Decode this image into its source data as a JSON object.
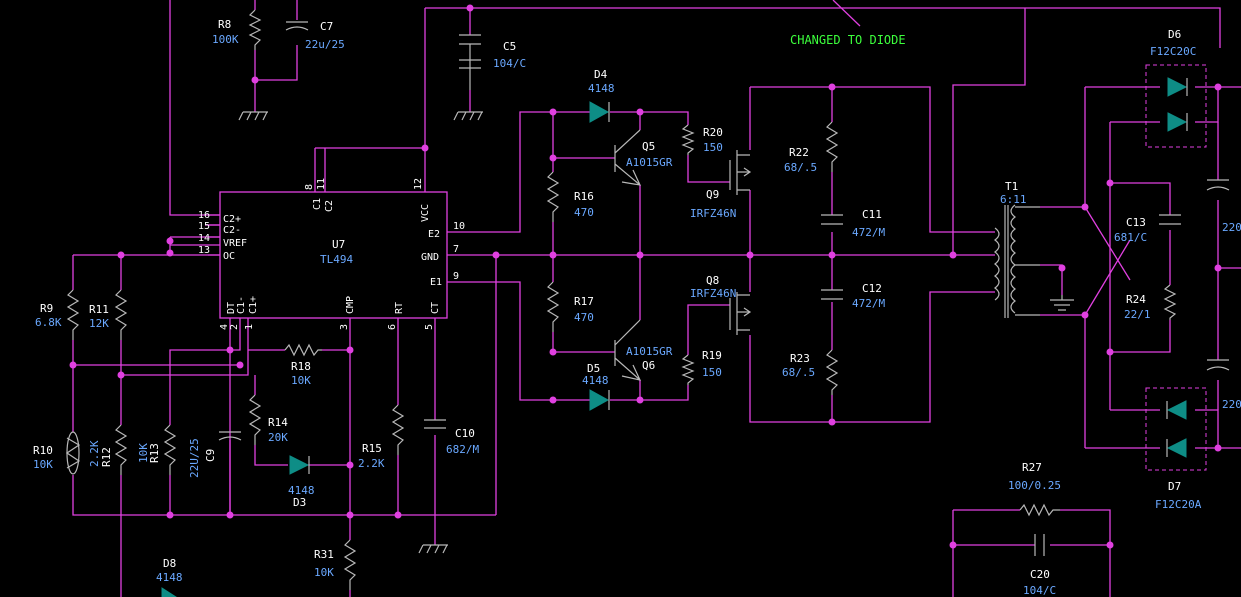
{
  "annotation": "CHANGED TO DIODE",
  "ic": {
    "ref": "U7",
    "part": "TL494",
    "pins": {
      "p16": "16",
      "c2p": "C2+",
      "p15": "15",
      "c2m": "C2-",
      "p14": "14",
      "vref": "VREF",
      "p13": "13",
      "oc": "OC",
      "p8": "8",
      "c1": "C1",
      "p11": "11",
      "c2": "C2",
      "p12": "12",
      "vcc": "VCC",
      "p10": "10",
      "e2": "E2",
      "p7": "7",
      "gnd": "GND",
      "p9": "9",
      "e1": "E1",
      "p4": "4",
      "dt": "DT",
      "p2": "2",
      "c1m": "C1-",
      "p1": "1",
      "c1p": "C1+",
      "p3": "3",
      "cmp": "CMP",
      "p6": "6",
      "rt": "RT",
      "p5": "5",
      "ct": "CT"
    }
  },
  "parts": {
    "R8": {
      "ref": "R8",
      "val": "100K"
    },
    "C7": {
      "ref": "C7",
      "val": "22u/25"
    },
    "C5": {
      "ref": "C5",
      "val": "104/C"
    },
    "D4": {
      "ref": "D4",
      "val": "4148"
    },
    "Q5": {
      "ref": "Q5",
      "val": "A1015GR"
    },
    "R20": {
      "ref": "R20",
      "val": "150"
    },
    "Q9": {
      "ref": "Q9",
      "val": "IRFZ46N"
    },
    "R22": {
      "ref": "R22",
      "val": "68/.5"
    },
    "C11": {
      "ref": "C11",
      "val": "472/M"
    },
    "C12": {
      "ref": "C12",
      "val": "472/M"
    },
    "R16": {
      "ref": "R16",
      "val": "470"
    },
    "R17": {
      "ref": "R17",
      "val": "470"
    },
    "Q8": {
      "ref": "Q8",
      "val": "IRFZ46N"
    },
    "Q6": {
      "ref": "Q6",
      "val": "A1015GR"
    },
    "D5": {
      "ref": "D5",
      "val": "4148"
    },
    "R19": {
      "ref": "R19",
      "val": "150"
    },
    "R23": {
      "ref": "R23",
      "val": "68/.5"
    },
    "T1": {
      "ref": "T1",
      "val": "6:11"
    },
    "D6": {
      "ref": "D6",
      "val": "F12C20C"
    },
    "D7": {
      "ref": "D7",
      "val": "F12C20A"
    },
    "C13": {
      "ref": "C13",
      "val": "681/C"
    },
    "R24": {
      "ref": "R24",
      "val": "22/1"
    },
    "R9": {
      "ref": "R9",
      "val": "6.8K"
    },
    "R11": {
      "ref": "R11",
      "val": "12K"
    },
    "R18": {
      "ref": "R18",
      "val": "10K"
    },
    "R14": {
      "ref": "R14",
      "val": "20K"
    },
    "D3": {
      "ref": "D3",
      "val": "4148"
    },
    "R15": {
      "ref": "R15",
      "val": "2.2K"
    },
    "C10": {
      "ref": "C10",
      "val": "682/M"
    },
    "R10": {
      "ref": "R10",
      "val": "10K"
    },
    "R12": {
      "ref": "R12",
      "val": "2.2K"
    },
    "R13": {
      "ref": "R13",
      "val": "10K"
    },
    "C9": {
      "ref": "C9",
      "val": "22U/25"
    },
    "R31": {
      "ref": "R31",
      "val": "10K"
    },
    "D8": {
      "ref": "D8",
      "val": "4148"
    },
    "R27": {
      "ref": "R27",
      "val": "100/0.25"
    },
    "C20": {
      "ref": "C20",
      "val": "104/C"
    },
    "Cr1": {
      "val": "220"
    },
    "Cr2": {
      "val": "220"
    }
  }
}
